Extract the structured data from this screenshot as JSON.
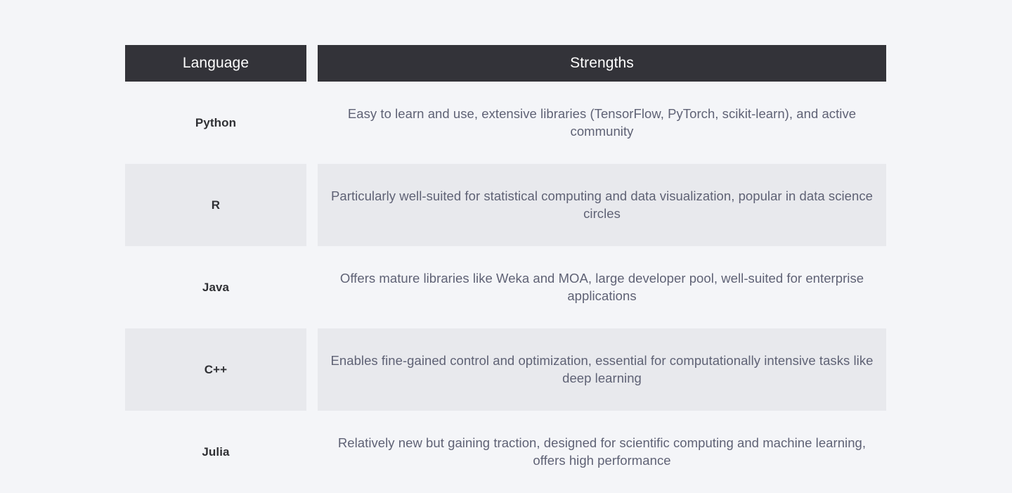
{
  "page": {
    "background_color": "#f4f5f8",
    "header_background_color": "#333339",
    "header_text_color": "#ffffff",
    "alt_row_color": "#e8e9ed",
    "language_text_color": "#2f3034",
    "strength_text_color": "#5f6275"
  },
  "table": {
    "columns": [
      {
        "key": "language",
        "label": "Language"
      },
      {
        "key": "strengths",
        "label": "Strengths"
      }
    ],
    "rows": [
      {
        "language": "Python",
        "strengths": "Easy to learn and use, extensive libraries (TensorFlow, PyTorch, scikit-learn), and active community",
        "shaded": false
      },
      {
        "language": "R",
        "strengths": "Particularly well-suited for statistical computing and data visualization, popular in data science circles",
        "shaded": true
      },
      {
        "language": "Java",
        "strengths": "Offers mature libraries like Weka and MOA, large developer pool, well-suited for enterprise applications",
        "shaded": false
      },
      {
        "language": "C++",
        "strengths": "Enables fine-gained control and optimization, essential for computationally intensive tasks like deep learning",
        "shaded": true
      },
      {
        "language": "Julia",
        "strengths": "Relatively new but gaining traction, designed for scientific computing and machine learning, offers high performance",
        "shaded": false
      }
    ]
  }
}
